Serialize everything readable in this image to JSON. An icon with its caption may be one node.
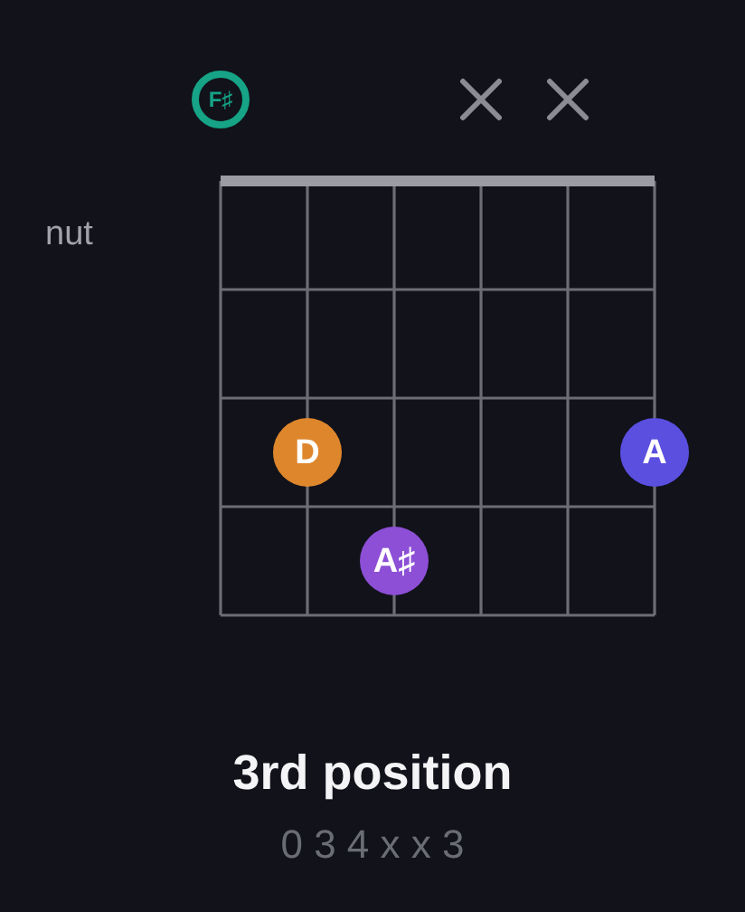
{
  "diagram": {
    "title": "3rd position",
    "nodes": [
      {
        "text": [
          "F♯"
        ]
      },
      {
        "text": [
          "D"
        ]
      },
      {
        "text": [
          "A"
        ]
      },
      {
        "text": [
          "A♯"
        ]
      }
    ],
    "labels": [
      "nut",
      "0 3 4 x x 3"
    ]
  }
}
